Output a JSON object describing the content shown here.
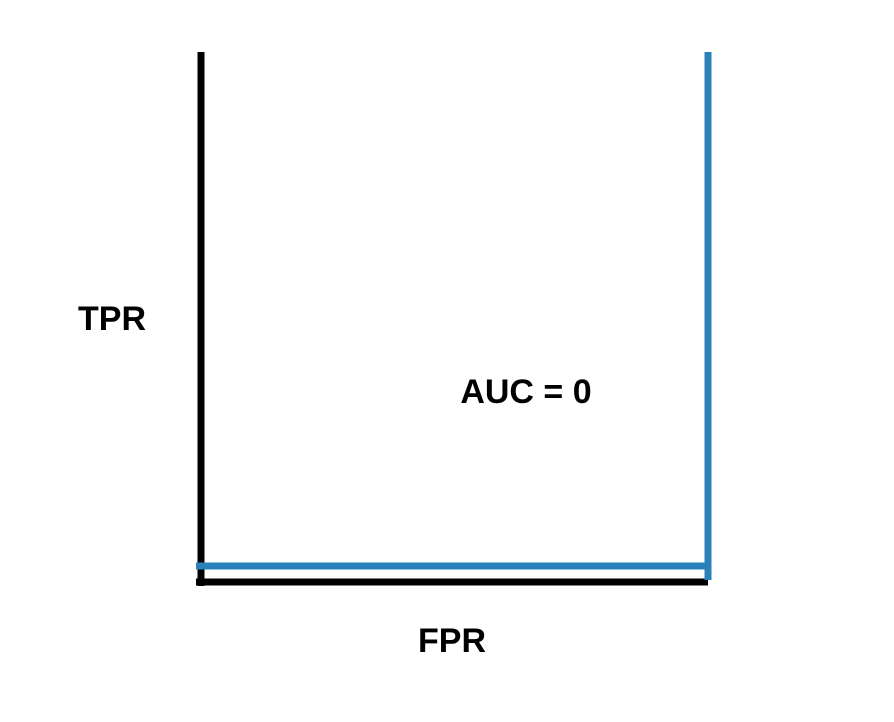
{
  "chart_data": {
    "type": "line",
    "title": "",
    "xlabel": "FPR",
    "ylabel": "TPR",
    "xlim": [
      0,
      1
    ],
    "ylim": [
      0,
      1
    ],
    "grid": false,
    "annotation": "AUC = 0",
    "series": [
      {
        "x": [
          0,
          1,
          1
        ],
        "y": [
          0,
          0,
          1
        ]
      }
    ],
    "colors": {
      "axis": "#000000",
      "curve": "#2a80b9"
    }
  }
}
